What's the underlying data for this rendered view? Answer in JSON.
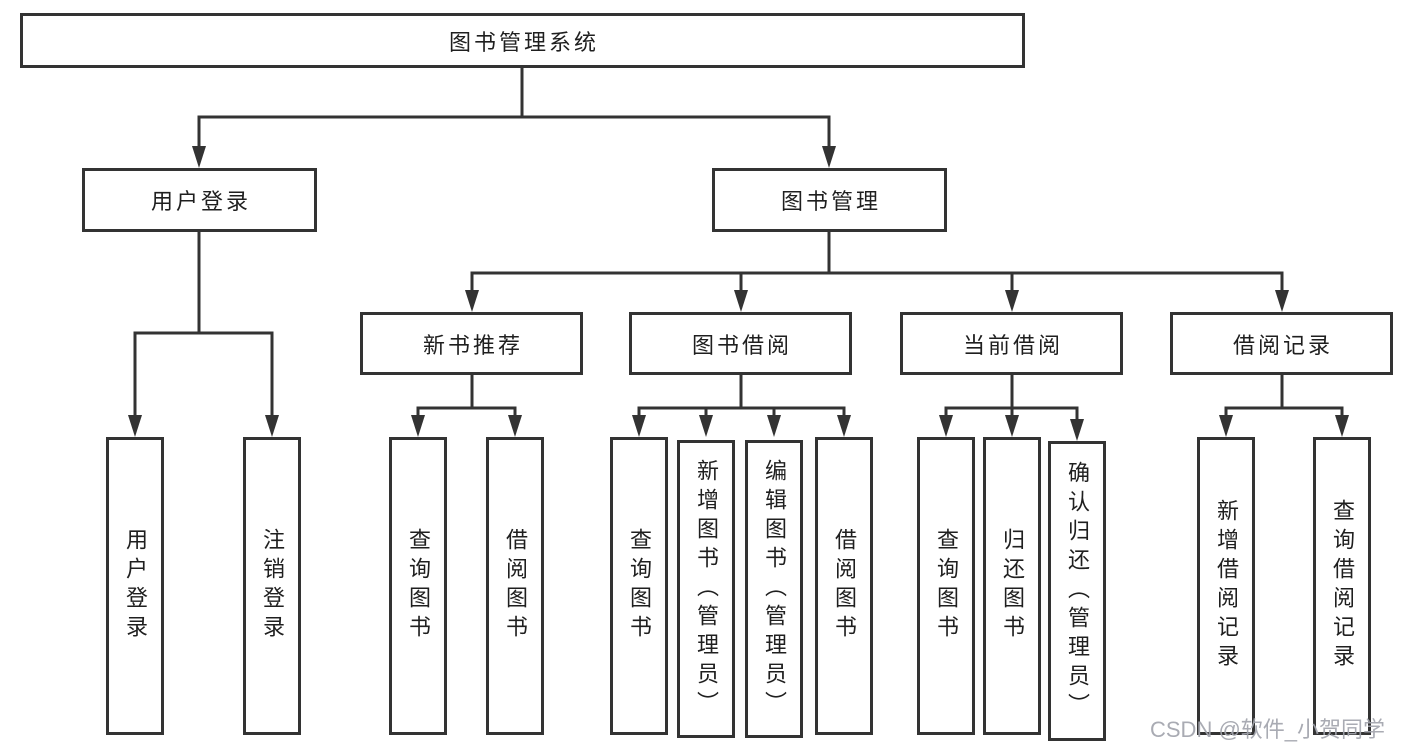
{
  "nodes": {
    "root": "图书管理系统",
    "user_login": {
      "label": "用户登录",
      "children": {
        "login": "用户登录",
        "logout": "注销登录"
      }
    },
    "book_management": {
      "label": "图书管理",
      "children": {
        "new_book_recommend": {
          "label": "新书推荐",
          "children": {
            "search_book": "查询图书",
            "borrow_book": "借阅图书"
          }
        },
        "book_borrow": {
          "label": "图书借阅",
          "children": {
            "search_book": "查询图书",
            "add_book": "新增图书（管理员）",
            "edit_book": "编辑图书（管理员）",
            "borrow_book": "借阅图书"
          }
        },
        "current_borrow": {
          "label": "当前借阅",
          "children": {
            "search_book": "查询图书",
            "return_book": "归还图书",
            "confirm_return": "确认归还（管理员）"
          }
        },
        "borrow_records": {
          "label": "借阅记录",
          "children": {
            "add_record": "新增借阅记录",
            "search_record": "查询借阅记录"
          }
        }
      }
    }
  },
  "watermark": "CSDN @软件_小贺同学",
  "colors": {
    "line": "#333333",
    "box_border": "#333333",
    "text": "#1f1f1f",
    "watermark": "#a2a4ac",
    "background": "#ffffff"
  }
}
